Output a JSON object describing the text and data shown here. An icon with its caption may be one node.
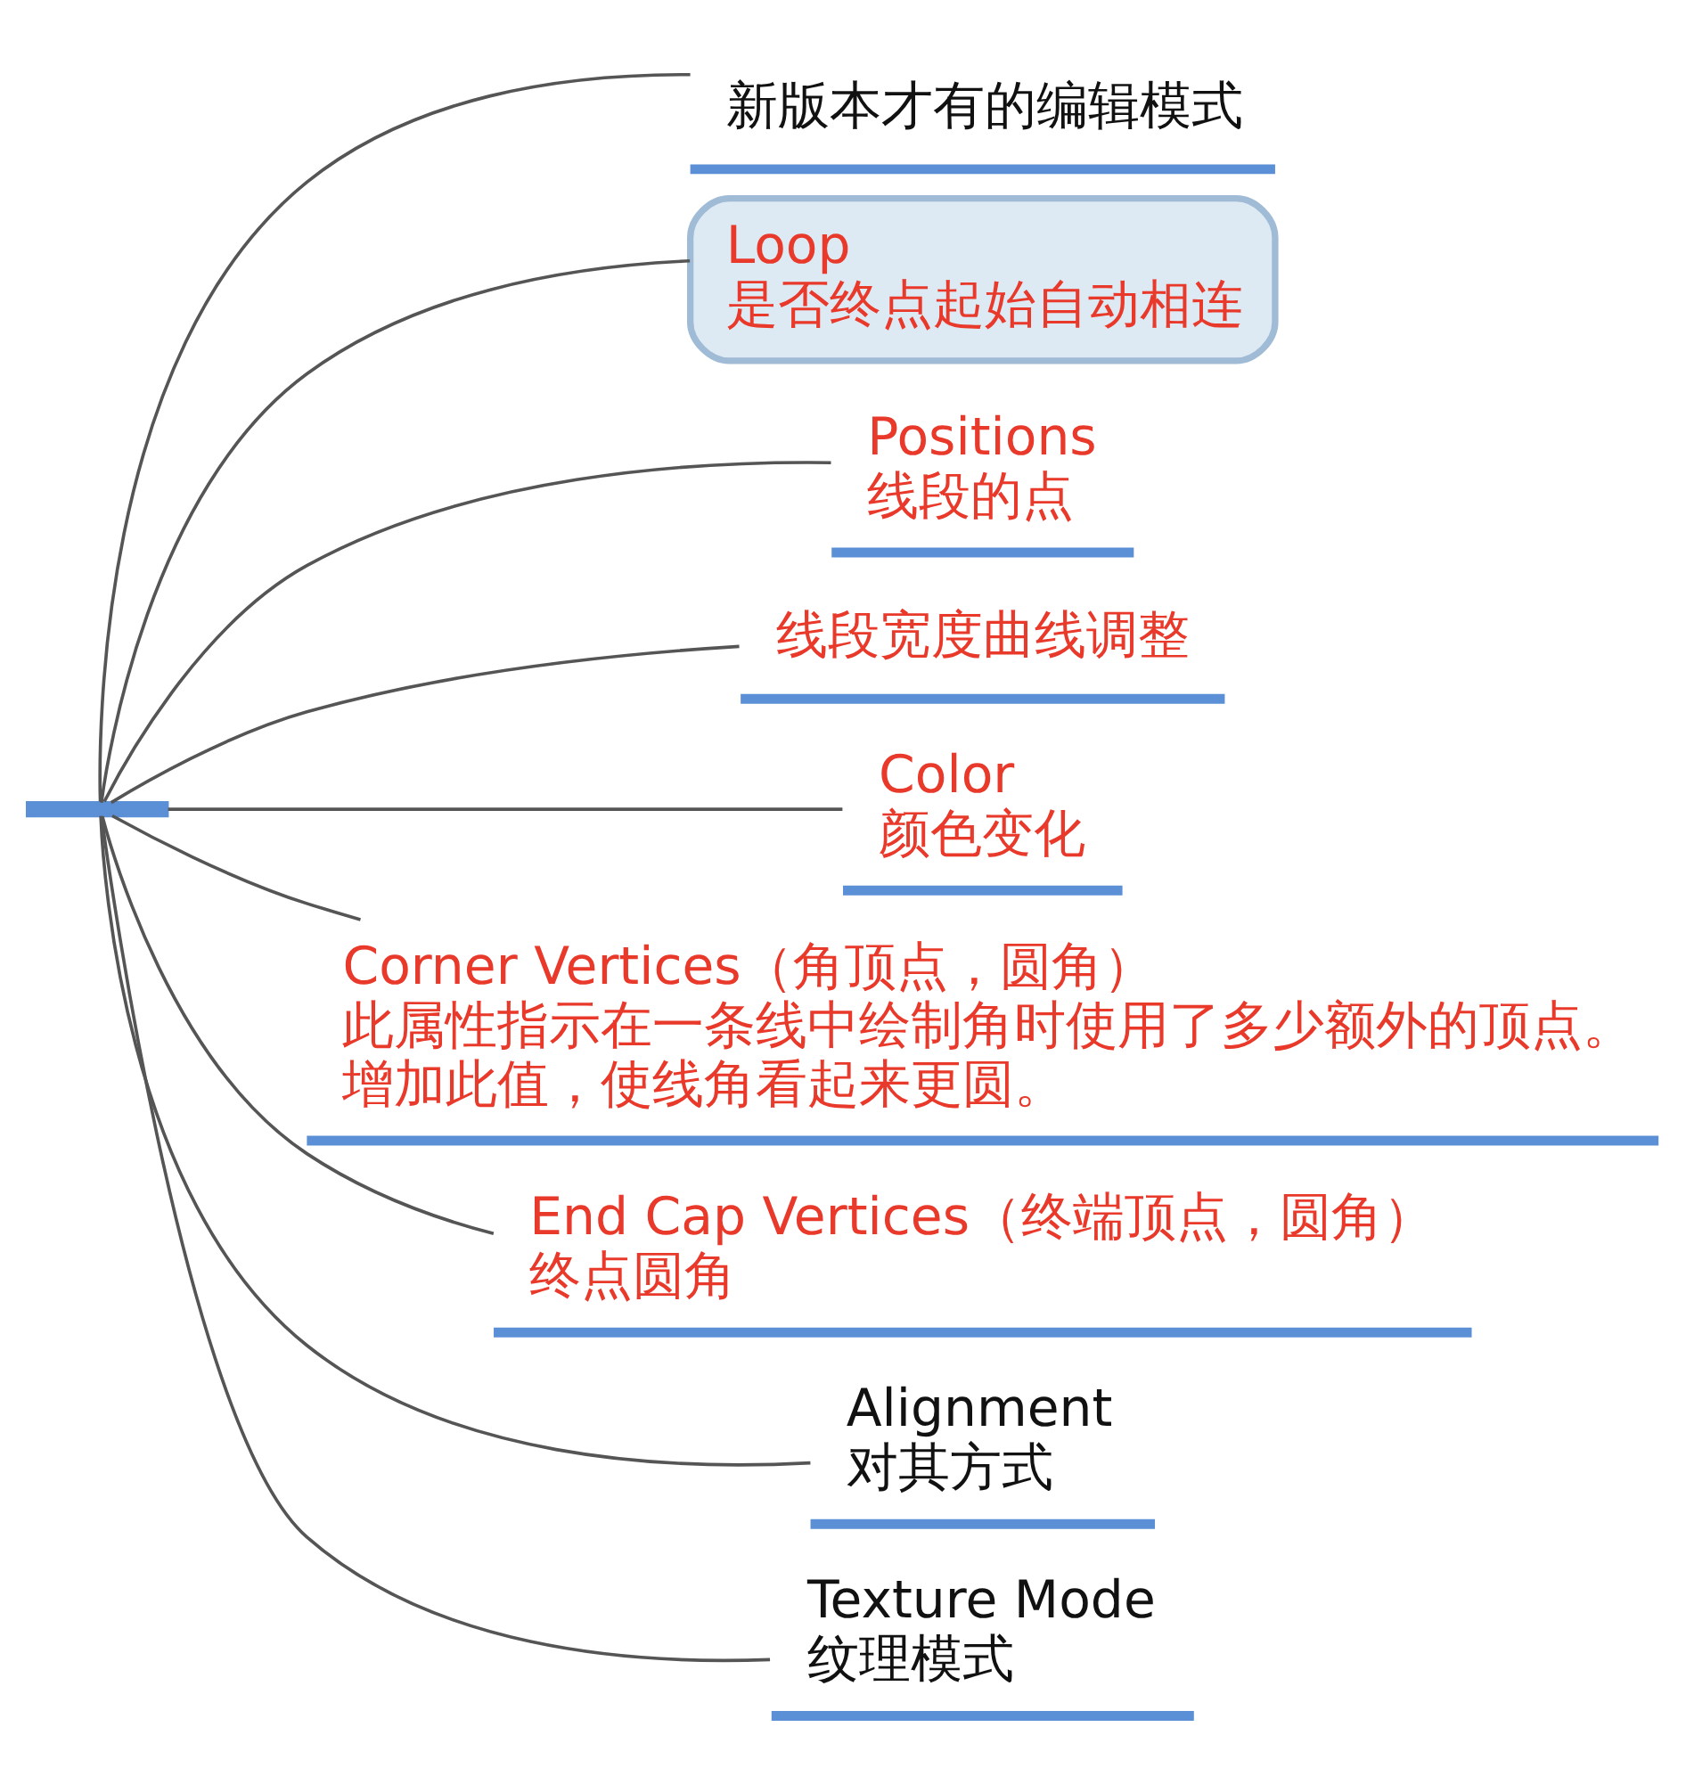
{
  "diagram": {
    "nodes": [
      {
        "text": [],
        "shape": "bar"
      },
      {
        "text": [
          "新版本才有的编辑模式"
        ]
      },
      {
        "text": [
          "Loop",
          "是否终点起始自动相连"
        ]
      },
      {
        "text": [
          "Positions",
          "线段的点"
        ]
      },
      {
        "text": [
          "线段宽度曲线调整"
        ]
      },
      {
        "text": [
          "Color",
          "颜色变化"
        ]
      },
      {
        "text": [
          "Corner Vertices（角顶点，圆角）",
          "此属性指示在一条线中绘制角时使用了多少额外的顶点。增加此值，使线角看起来更圆。"
        ]
      },
      {
        "text": [
          "End Cap Vertices（终端顶点，圆角）",
          "终点圆角"
        ]
      },
      {
        "text": [
          "Alignment",
          "对其方式"
        ]
      },
      {
        "text": [
          "Texture Mode",
          "纹理模式"
        ]
      }
    ],
    "edges": [
      {
        "from": 0,
        "to": 1,
        "arrow": "none"
      },
      {
        "from": 0,
        "to": 2,
        "arrow": "none"
      },
      {
        "from": 0,
        "to": 3,
        "arrow": "none"
      },
      {
        "from": 0,
        "to": 4,
        "arrow": "none"
      },
      {
        "from": 0,
        "to": 5,
        "arrow": "none"
      },
      {
        "from": 0,
        "to": 6,
        "arrow": "none"
      },
      {
        "from": 0,
        "to": 7,
        "arrow": "none"
      },
      {
        "from": 0,
        "to": 8,
        "arrow": "none"
      },
      {
        "from": 0,
        "to": 9,
        "arrow": "none"
      }
    ]
  }
}
